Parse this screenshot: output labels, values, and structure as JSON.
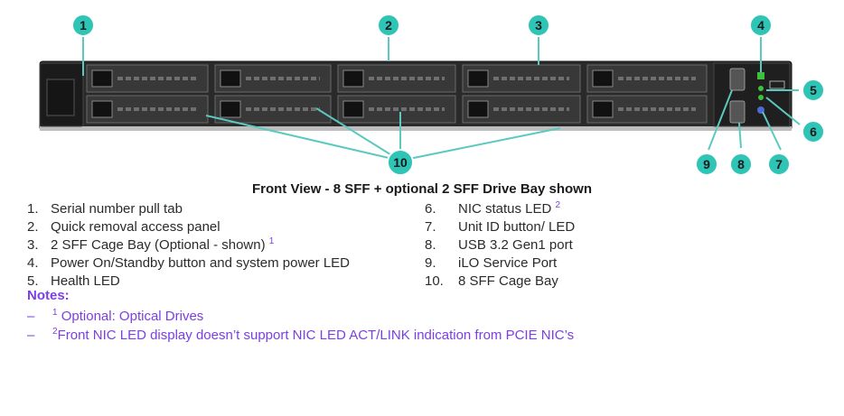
{
  "callouts": [
    "1",
    "2",
    "3",
    "4",
    "5",
    "6",
    "7",
    "8",
    "9",
    "10"
  ],
  "caption": "Front View - 8 SFF + optional 2 SFF Drive Bay shown",
  "legend_left": [
    {
      "num": "1.",
      "text": "Serial number pull tab",
      "sup": ""
    },
    {
      "num": "2.",
      "text": "Quick removal access panel",
      "sup": ""
    },
    {
      "num": "3.",
      "text": "2 SFF Cage Bay (Optional - shown) ",
      "sup": "1"
    },
    {
      "num": "4.",
      "text": "Power On/Standby button and system power LED",
      "sup": ""
    },
    {
      "num": "5.",
      "text": "Health LED",
      "sup": ""
    }
  ],
  "legend_right": [
    {
      "num": "6.",
      "text": "NIC status LED ",
      "sup": "2"
    },
    {
      "num": "7.",
      "text": "Unit ID button/ LED",
      "sup": ""
    },
    {
      "num": "8.",
      "text": "USB 3.2 Gen1 port",
      "sup": ""
    },
    {
      "num": "9.",
      "text": "iLO Service Port",
      "sup": ""
    },
    {
      "num": "10.",
      "text": "8 SFF Cage Bay",
      "sup": ""
    }
  ],
  "notes_title": "Notes:",
  "notes": [
    {
      "dash": "–",
      "sup": "1",
      "text": " Optional: Optical Drives"
    },
    {
      "dash": "–",
      "sup": "2",
      "text": "Front NIC LED display doesn’t support NIC LED ACT/LINK indication from PCIE NIC’s"
    }
  ],
  "colors": {
    "callout": "#2ec4b6",
    "accent": "#7b3fe4",
    "leader": "#5cc9c0"
  }
}
